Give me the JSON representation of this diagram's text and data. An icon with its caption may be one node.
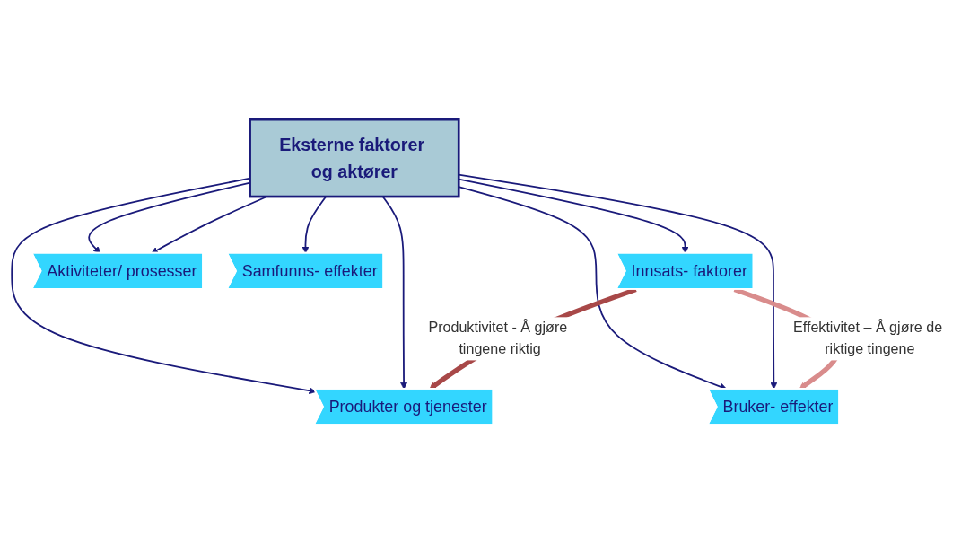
{
  "diagram": {
    "nodes": [
      {
        "text": [
          "Eksterne faktorer og aktører"
        ]
      },
      {
        "text": [
          "Innsats- faktorer"
        ]
      },
      {
        "text": [
          "Aktiviteter/ prosesser"
        ]
      },
      {
        "text": [
          "Produkter og tjenester"
        ]
      },
      {
        "text": [
          "Bruker- effekter"
        ]
      },
      {
        "text": [
          "Samfunns- effekter"
        ]
      }
    ],
    "edges": [
      {
        "from": 0,
        "to": 1,
        "arrow": "to"
      },
      {
        "from": 0,
        "to": 2,
        "arrow": "to"
      },
      {
        "from": 0,
        "to": 2,
        "arrow": "to"
      },
      {
        "from": 0,
        "to": 3,
        "arrow": "to"
      },
      {
        "from": 0,
        "to": 3,
        "arrow": "to"
      },
      {
        "from": 0,
        "to": 4,
        "arrow": "to"
      },
      {
        "from": 0,
        "to": 4,
        "arrow": "to"
      },
      {
        "from": 0,
        "to": 5,
        "arrow": "to"
      },
      {
        "from": 1,
        "to": 3,
        "arrow": "to",
        "label": "Produktivitet - Å gjøre tingene riktig",
        "style": "thick",
        "color": "#a84848"
      },
      {
        "from": 1,
        "to": 4,
        "arrow": "to",
        "label": "Effektivitet – Å gjøre de riktige tingene",
        "style": "thick",
        "color": "#d98c8c"
      }
    ]
  }
}
